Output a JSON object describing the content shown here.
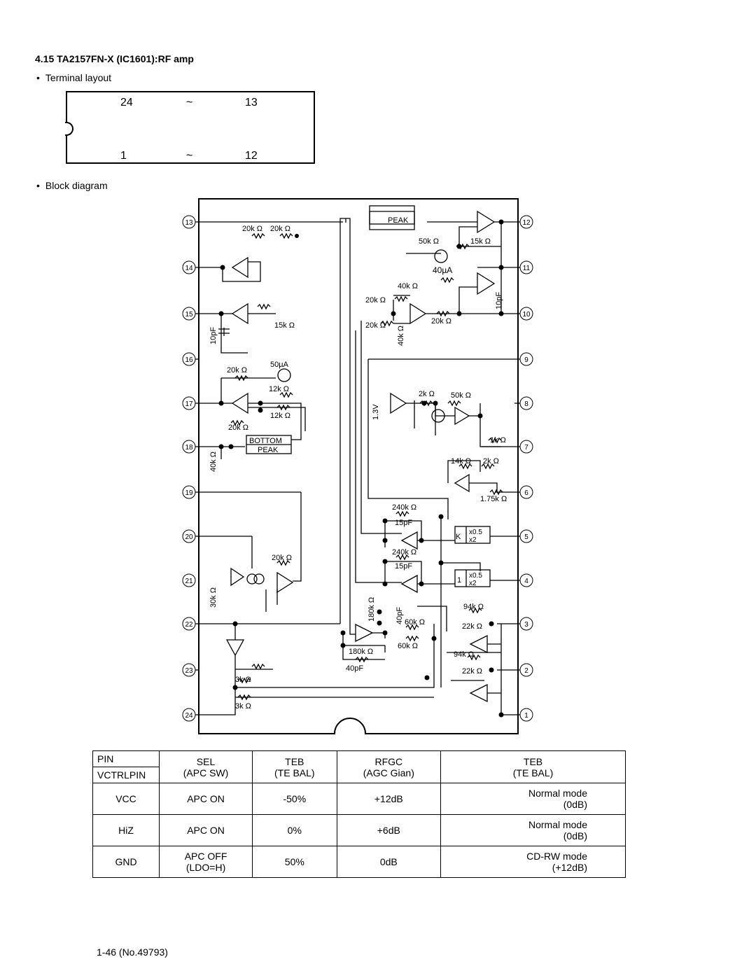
{
  "section_title": "4.15  TA2157FN-X (IC1601):RF amp",
  "terminal_layout": {
    "heading": "Terminal layout",
    "top_left": "24",
    "top_mid": "~",
    "top_right": "13",
    "bottom_left": "1",
    "bottom_mid": "~",
    "bottom_right": "12"
  },
  "block_diagram": {
    "heading": "Block diagram",
    "pins_left": [
      "13",
      "14",
      "15",
      "16",
      "17",
      "18",
      "19",
      "20",
      "21",
      "22",
      "23",
      "24"
    ],
    "pins_right": [
      "12",
      "11",
      "10",
      "9",
      "8",
      "7",
      "6",
      "5",
      "4",
      "3",
      "2",
      "1"
    ],
    "labels": {
      "peak": "PEAK",
      "bottom": "BOTTOM",
      "peak2": "PEAK",
      "r20k_a": "20k Ω",
      "r20k_b": "20k  Ω",
      "r50k": "50k Ω",
      "r15k": "15k Ω",
      "i40ua": "40µA",
      "r40k": "40k Ω",
      "r20k_c": "20k Ω",
      "r20k_d": "20k Ω",
      "r20k_e": "20k Ω",
      "r40k_v": "40k Ω",
      "c10pf_r": "10pF",
      "c10pf_l": "10pF",
      "r15k_l": "15k  Ω",
      "r20k_f": "20k Ω",
      "i50ua": "50µA",
      "r12k_a": "12k Ω",
      "r12k_b": "12k Ω",
      "r20k_g": "20k Ω",
      "r40k_l": "40k Ω",
      "v13": "1.3V",
      "r2k": "2k Ω",
      "r50k_b": "50k Ω",
      "r1k": "1k Ω",
      "r14k": "14k Ω",
      "r2k_b": "2k Ω",
      "r175k": "1.75k Ω",
      "r240k_a": "240k Ω",
      "c15pf_a": "15pF",
      "k": "K",
      "x05_a": "x0.5",
      "x2_a": "x2",
      "r240k_b": "240k Ω",
      "c15pf_b": "15pF",
      "one": "1",
      "x05_b": "x0.5",
      "x2_b": "x2",
      "r20k_h": "20k Ω",
      "r30k": "30k Ω",
      "r180k_v": "180k Ω",
      "c40pf_v": "40pF",
      "r94k_a": "94k Ω",
      "r60k_a": "60k Ω",
      "r22k_a": "22k Ω",
      "r60k_b": "60k Ω",
      "r180k_h": "180k Ω",
      "r94k_b": "94k Ω",
      "c40pf_h": "40pF",
      "r22k_b": "22k Ω",
      "r3k_a": "3k Ω",
      "r3k_b": "3k Ω"
    }
  },
  "mode_table": {
    "h_pin": "PIN",
    "h_vctrl": "VCTRLPIN",
    "headers": [
      {
        "l1": "SEL",
        "l2": "(APC SW)"
      },
      {
        "l1": "TEB",
        "l2": "(TE BAL)"
      },
      {
        "l1": "RFGC",
        "l2": "(AGC Gian)"
      },
      {
        "l1": "TEB",
        "l2": "(TE BAL)"
      }
    ],
    "rows": [
      {
        "pin": "VCC",
        "sel": "APC ON",
        "teb": "-50%",
        "rfgc": "+12dB",
        "teb2_l1": "Normal mode",
        "teb2_l2": "(0dB)"
      },
      {
        "pin": "HiZ",
        "sel": "APC ON",
        "teb": "0%",
        "rfgc": "+6dB",
        "teb2_l1": "Normal mode",
        "teb2_l2": "(0dB)"
      },
      {
        "pin": "GND",
        "sel_l1": "APC OFF",
        "sel_l2": "(LDO=H)",
        "teb": "50%",
        "rfgc": "0dB",
        "teb2_l1": "CD-RW mode",
        "teb2_l2": "(+12dB)"
      }
    ]
  },
  "footer": "1-46 (No.49793)"
}
